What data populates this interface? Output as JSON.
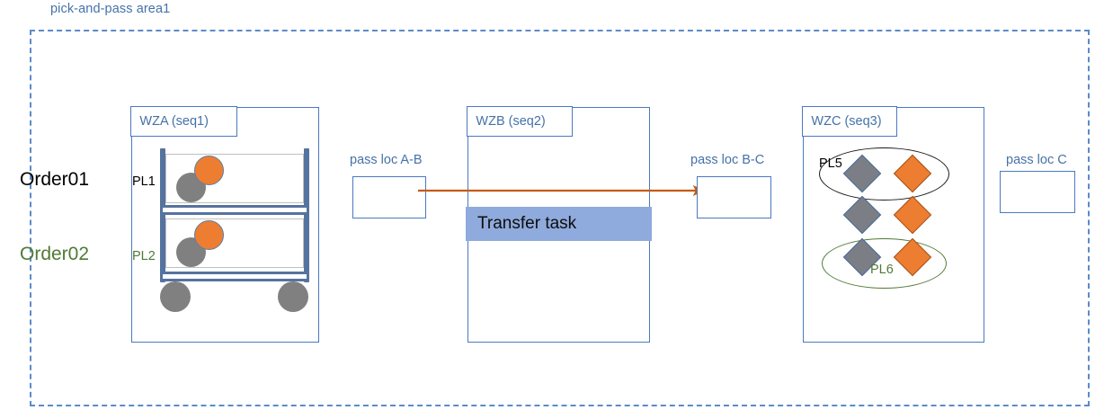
{
  "area": {
    "title": "pick-and-pass area1",
    "border_color": "#5B8BC9",
    "title_color": "#4472A8"
  },
  "orders": [
    {
      "label": "Order01",
      "color": "#000000"
    },
    {
      "label": "Order02",
      "color": "#4F7A35"
    }
  ],
  "zones": [
    {
      "id": "wza",
      "label": "WZA (seq1)"
    },
    {
      "id": "wzb",
      "label": "WZB (seq2)"
    },
    {
      "id": "wzc",
      "label": "WZC (seq3)"
    }
  ],
  "cart": {
    "shelves": [
      {
        "tag": "PL1",
        "color": "#000000",
        "items": [
          "gray-circle",
          "orange-circle"
        ]
      },
      {
        "tag": "PL2",
        "color": "#4F7A35",
        "items": [
          "gray-circle",
          "orange-circle"
        ]
      }
    ],
    "wheels": 2,
    "frame_color": "#55739F"
  },
  "pass_locations": [
    {
      "id": "a-b",
      "caption": "pass loc A-B"
    },
    {
      "id": "b-c",
      "caption": "pass loc B-C"
    },
    {
      "id": "c",
      "caption": "pass loc C"
    }
  ],
  "transfer": {
    "banner_label": "Transfer task",
    "banner_color": "#8FAADC",
    "arrow_color": "#C55A11",
    "from": "pass loc A-B",
    "to": "pass loc B-C"
  },
  "wzc": {
    "rows": [
      {
        "group": "PL5",
        "group_color": "#1A1A1A",
        "circled": true,
        "items": [
          "gray-diamond",
          "orange-diamond"
        ]
      },
      {
        "group": "",
        "group_color": "",
        "circled": false,
        "items": [
          "gray-diamond",
          "orange-diamond"
        ]
      },
      {
        "group": "PL6",
        "group_color": "#4F7A35",
        "circled": true,
        "items": [
          "gray-diamond",
          "orange-diamond"
        ]
      }
    ]
  }
}
